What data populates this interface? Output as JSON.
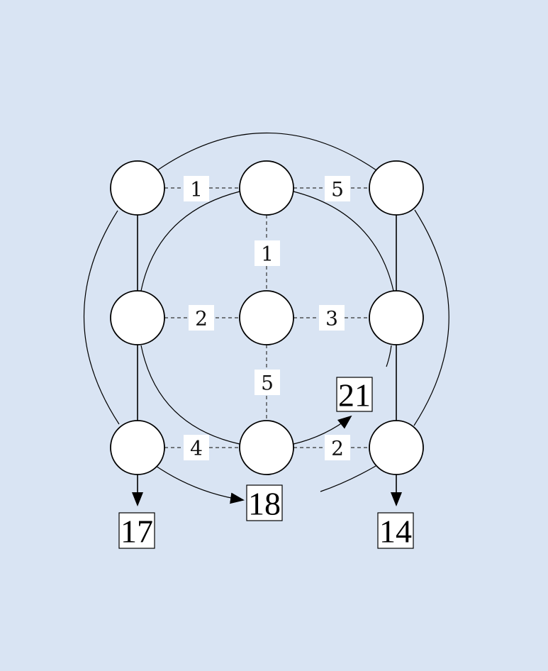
{
  "weights": {
    "top_left_mid": "1",
    "top_mid_right": "5",
    "mid_left_center": "2",
    "center_mid_right": "3",
    "top_mid_center": "1",
    "center_bottom_mid": "5",
    "bottom_left_mid": "4",
    "bottom_mid_right": "2"
  },
  "outputs": {
    "bottom_left": "17",
    "bottom_center": "18",
    "right_upper": "21",
    "bottom_right": "14"
  }
}
